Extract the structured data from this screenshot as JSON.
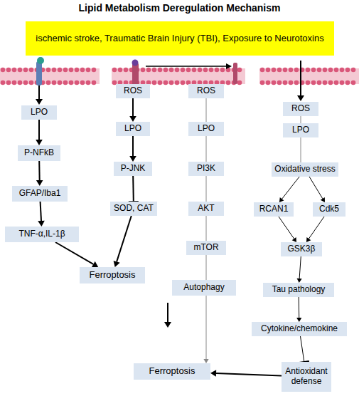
{
  "diagram": {
    "title": "Lipid Metabolism Deregulation Mechanism",
    "nodes": [
      {
        "text": [
          "ischemic stroke, Traumatic Brain Injury (TBI), Exposure to Neurotoxins"
        ]
      },
      {
        "text": [
          "LPO"
        ]
      },
      {
        "text": [
          "P-NFkB"
        ]
      },
      {
        "text": [
          "GFAP/Iba1"
        ]
      },
      {
        "text": [
          "TNF-α,IL-1β"
        ]
      },
      {
        "text": [
          "Ferroptosis"
        ]
      },
      {
        "text": [
          "ROS"
        ]
      },
      {
        "text": [
          "LPO"
        ]
      },
      {
        "text": [
          "P-JNK"
        ]
      },
      {
        "text": [
          "SOD, CAT"
        ]
      },
      {
        "text": [
          "ROS"
        ]
      },
      {
        "text": [
          "LPO"
        ]
      },
      {
        "text": [
          "PI3K"
        ]
      },
      {
        "text": [
          "AKT"
        ]
      },
      {
        "text": [
          "mTOR"
        ]
      },
      {
        "text": [
          "Autophagy"
        ]
      },
      {
        "text": [
          "Ferroptosis"
        ]
      },
      {
        "text": [
          "ROS"
        ]
      },
      {
        "text": [
          "LPO"
        ]
      },
      {
        "text": [
          "Oxidative stress"
        ]
      },
      {
        "text": [
          "RCAN1"
        ]
      },
      {
        "text": [
          "Cdk5"
        ]
      },
      {
        "text": [
          "GSK3β"
        ]
      },
      {
        "text": [
          "Tau pathology"
        ]
      },
      {
        "text": [
          "Cytokine/chemokine"
        ]
      },
      {
        "text": [
          "Antioxidant defense"
        ]
      }
    ],
    "edges": [
      {
        "from": 1,
        "to": 2,
        "arrow": "to"
      },
      {
        "from": 2,
        "to": 3,
        "arrow": "to"
      },
      {
        "from": 3,
        "to": 4,
        "arrow": "to"
      },
      {
        "from": 4,
        "to": 5,
        "arrow": "to"
      },
      {
        "from": 6,
        "to": 7,
        "arrow": "to"
      },
      {
        "from": 7,
        "to": 8,
        "arrow": "to"
      },
      {
        "from": 8,
        "to": 9,
        "arrow": "to"
      },
      {
        "from": 9,
        "to": 5,
        "arrow": "to"
      },
      {
        "from": 10,
        "to": 11,
        "arrow": "none"
      },
      {
        "from": 11,
        "to": 12,
        "arrow": "none"
      },
      {
        "from": 12,
        "to": 13,
        "arrow": "none"
      },
      {
        "from": 13,
        "to": 14,
        "arrow": "none"
      },
      {
        "from": 14,
        "to": 15,
        "arrow": "none"
      },
      {
        "from": 15,
        "to": 16,
        "arrow": "to"
      },
      {
        "from": 17,
        "to": 18,
        "arrow": "none"
      },
      {
        "from": 18,
        "to": 19,
        "arrow": "none"
      },
      {
        "from": 19,
        "to": 20,
        "arrow": "to"
      },
      {
        "from": 19,
        "to": 21,
        "arrow": "to"
      },
      {
        "from": 20,
        "to": 22,
        "arrow": "to"
      },
      {
        "from": 21,
        "to": 22,
        "arrow": "to"
      },
      {
        "from": 22,
        "to": 23,
        "arrow": "to"
      },
      {
        "from": 23,
        "to": 24,
        "arrow": "to"
      },
      {
        "from": 24,
        "to": 25,
        "arrow": "to"
      },
      {
        "from": 25,
        "to": 16,
        "arrow": "to"
      }
    ]
  }
}
